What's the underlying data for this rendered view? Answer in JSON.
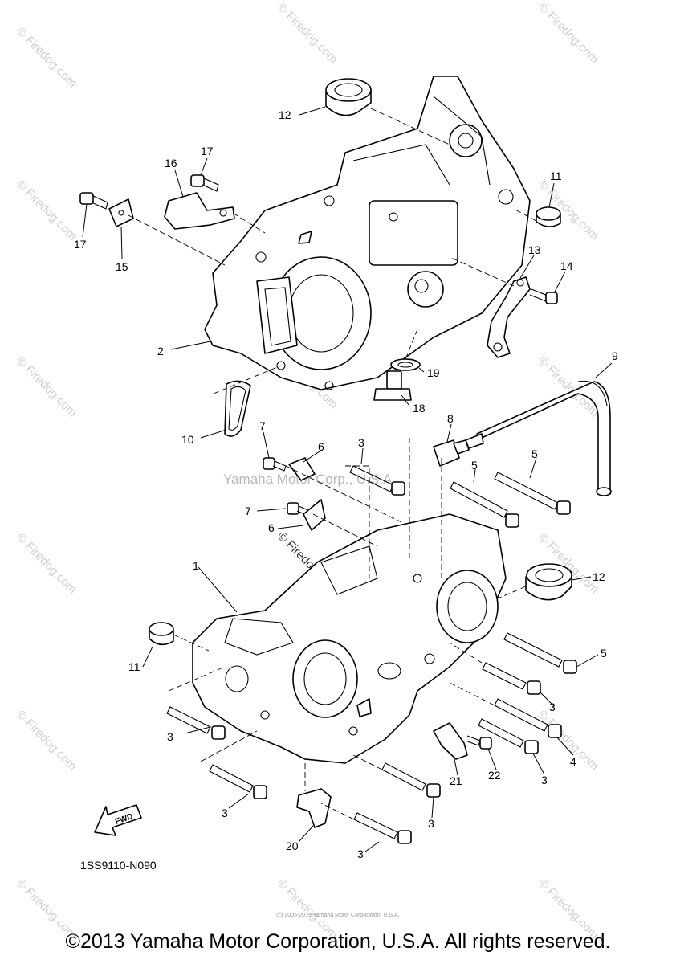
{
  "diagram": {
    "diagram_code": "1SS9110-N090",
    "fwd_label": "FWD",
    "center_watermark": "Yamaha Motor Corp., U.S.A.",
    "firedog_watermark": "© Firedog.com",
    "small_print": "(c) 2005-2015 Yamaha Motor Corporation, U.S.A.",
    "copyright": "©2013 Yamaha Motor Corporation, U.S.A. All rights reserved.",
    "callouts": [
      {
        "id": "c12a",
        "label": "12"
      },
      {
        "id": "c17a",
        "label": "17"
      },
      {
        "id": "c16",
        "label": "16"
      },
      {
        "id": "c17b",
        "label": "17"
      },
      {
        "id": "c15",
        "label": "15"
      },
      {
        "id": "c11a",
        "label": "11"
      },
      {
        "id": "c13",
        "label": "13"
      },
      {
        "id": "c14",
        "label": "14"
      },
      {
        "id": "c2",
        "label": "2"
      },
      {
        "id": "c9",
        "label": "9"
      },
      {
        "id": "c19",
        "label": "19"
      },
      {
        "id": "c18",
        "label": "18"
      },
      {
        "id": "c10",
        "label": "10"
      },
      {
        "id": "c8",
        "label": "8"
      },
      {
        "id": "c7a",
        "label": "7"
      },
      {
        "id": "c6a",
        "label": "6"
      },
      {
        "id": "c3a",
        "label": "3"
      },
      {
        "id": "c5a",
        "label": "5"
      },
      {
        "id": "c5b",
        "label": "5"
      },
      {
        "id": "c7b",
        "label": "7"
      },
      {
        "id": "c6b",
        "label": "6"
      },
      {
        "id": "c1",
        "label": "1"
      },
      {
        "id": "c12b",
        "label": "12"
      },
      {
        "id": "c11b",
        "label": "11"
      },
      {
        "id": "c5c",
        "label": "5"
      },
      {
        "id": "c3b",
        "label": "3"
      },
      {
        "id": "c3c",
        "label": "3"
      },
      {
        "id": "c4",
        "label": "4"
      },
      {
        "id": "c21",
        "label": "21"
      },
      {
        "id": "c22",
        "label": "22"
      },
      {
        "id": "c3d",
        "label": "3"
      },
      {
        "id": "c3e",
        "label": "3"
      },
      {
        "id": "c3f",
        "label": "3"
      },
      {
        "id": "c20",
        "label": "20"
      },
      {
        "id": "c3g",
        "label": "3"
      }
    ]
  }
}
